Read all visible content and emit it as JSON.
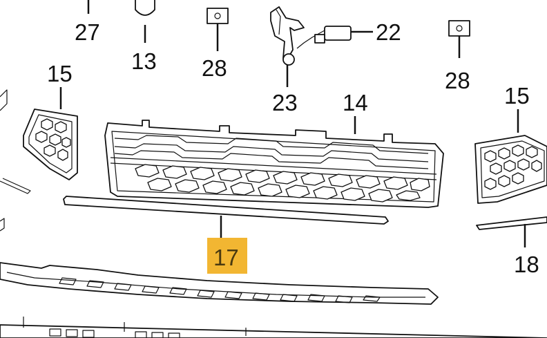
{
  "diagram": {
    "highlight_color": "#f2b632",
    "highlighted_part": "17",
    "labels": {
      "p27": "27",
      "p13": "13",
      "p28a": "28",
      "p22": "22",
      "p28b": "28",
      "p15a": "15",
      "p23": "23",
      "p14": "14",
      "p15b": "15",
      "p17": "17",
      "p18": "18"
    }
  }
}
